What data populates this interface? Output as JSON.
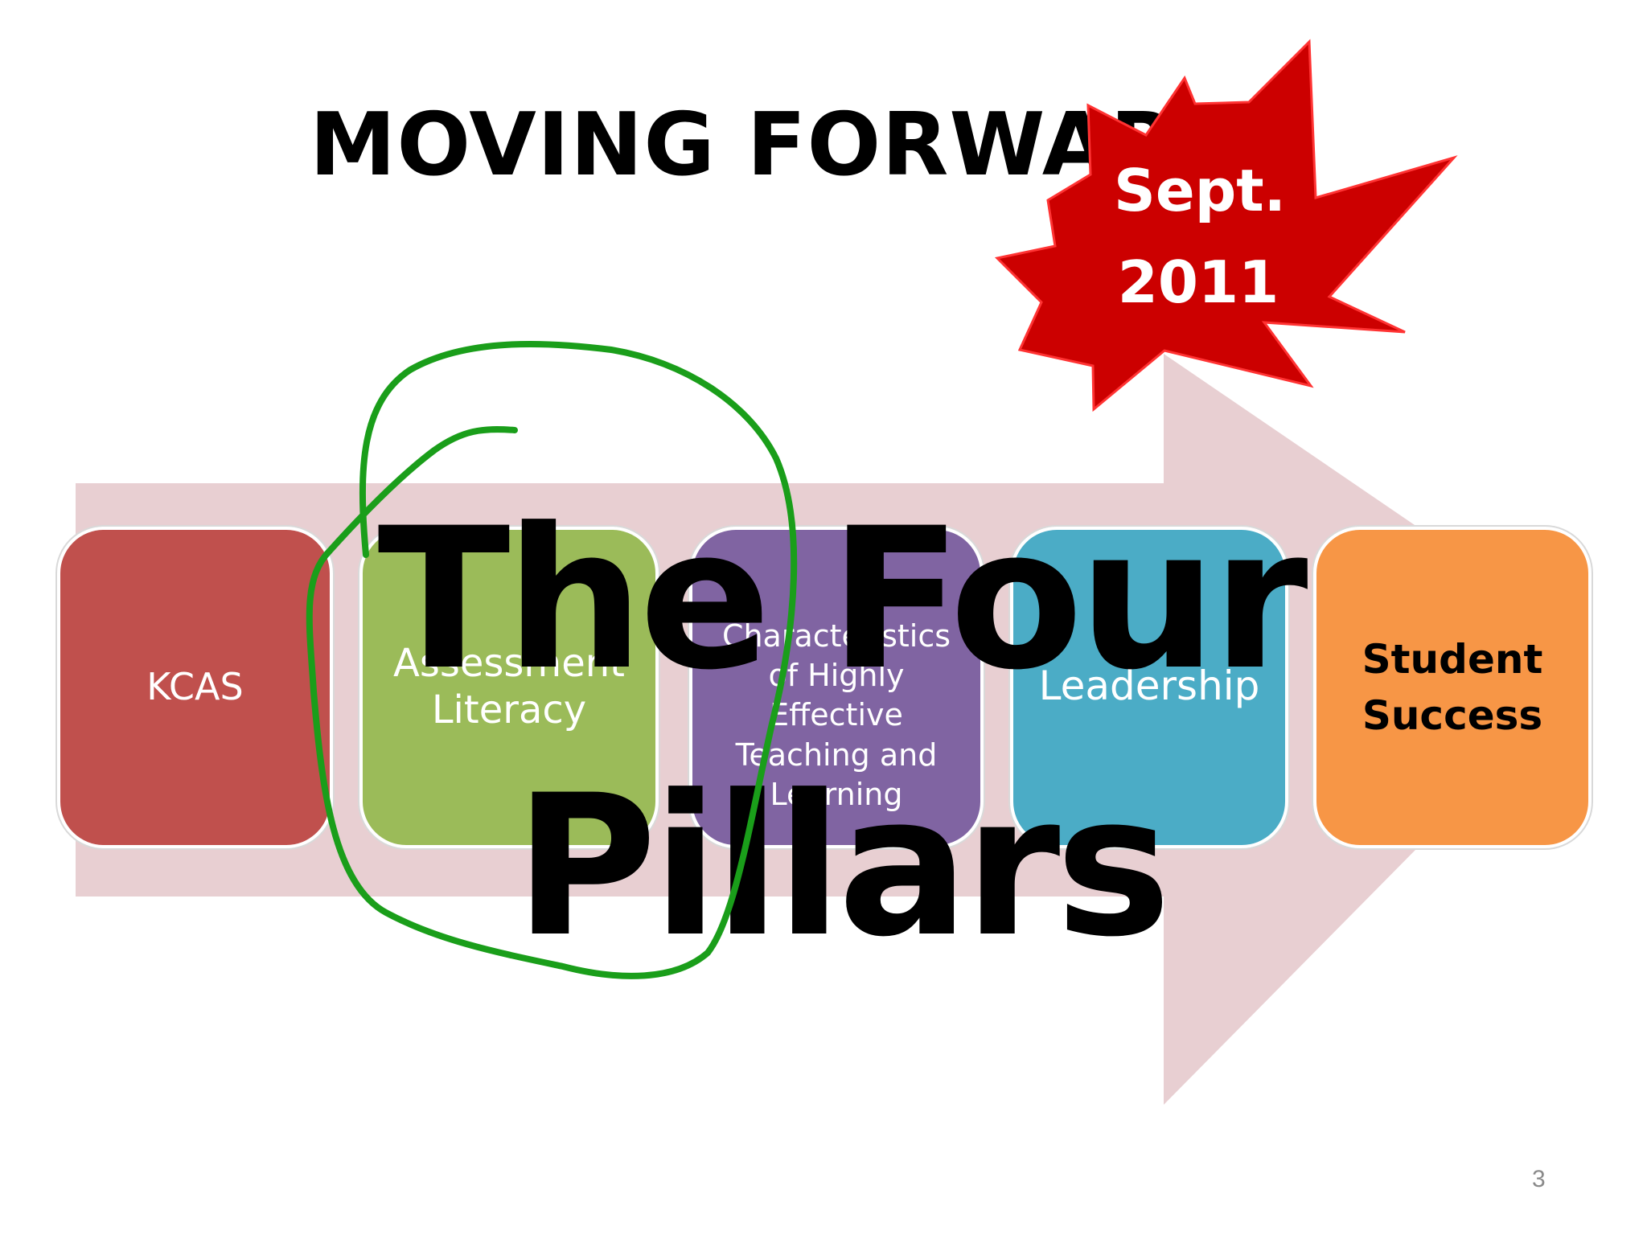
{
  "slide": {
    "title": "MOVING FORWARD",
    "steps": [
      {
        "label": "KCAS",
        "color": "#c0504d",
        "text_color": "#ffffff"
      },
      {
        "label": "Assessment\nLiteracy",
        "color": "#9bbb59",
        "text_color": "#ffffff"
      },
      {
        "label": "Characteristics\nof Highly\nEffective\nTeaching and\nLearning",
        "color": "#8064a2",
        "text_color": "#ffffff"
      },
      {
        "label": "Leadership",
        "color": "#4bacc6",
        "text_color": "#ffffff"
      },
      {
        "label": "Student\nSuccess",
        "color": "#f79646",
        "text_color": "#000000"
      }
    ],
    "overlay_text": "The Four Pillars",
    "burst": {
      "line1": "Sept.",
      "line2": "2011",
      "color": "#cc0000"
    },
    "page_number": "3",
    "arrow_color": "#e8cfd2",
    "annotation_color": "#1a9e1a"
  }
}
